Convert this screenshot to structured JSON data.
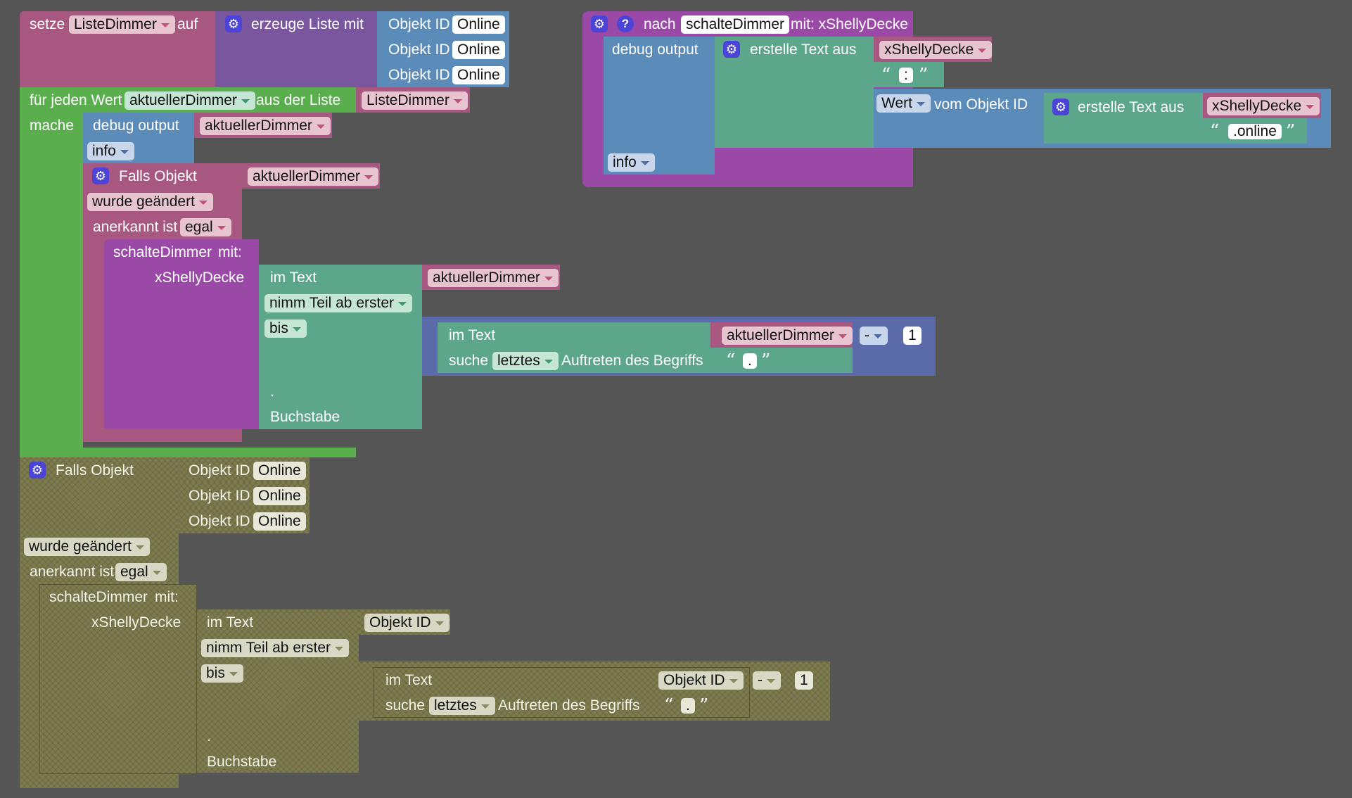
{
  "set_block": {
    "setze": "setze",
    "var": "ListeDimmer",
    "auf": "auf",
    "create_list": "erzeuge Liste mit",
    "items": [
      {
        "label": "Objekt ID",
        "value": "Online"
      },
      {
        "label": "Objekt ID",
        "value": "Online"
      },
      {
        "label": "Objekt ID",
        "value": "Online"
      }
    ]
  },
  "foreach_block": {
    "label": "für jeden Wert",
    "var": "aktuellerDimmer",
    "from_list": "aus der Liste",
    "list": "ListeDimmer",
    "do": "mache",
    "debug": {
      "label": "debug output",
      "value": "aktuellerDimmer",
      "level": "info"
    },
    "falls": {
      "label": "Falls Objekt",
      "value": "aktuellerDimmer",
      "changed": "wurde geändert",
      "ack_label": "anerkannt ist",
      "ack_value": "egal"
    },
    "call": {
      "name": "schalteDimmer",
      "mit": "mit:",
      "param": "xShellyDecke"
    },
    "substr": {
      "im_text": "im Text",
      "text_var": "aktuellerDimmer",
      "take": "nimm Teil ab erster",
      "bis": "bis",
      "dot": ".",
      "buchstabe": "Buchstabe"
    },
    "find": {
      "im_text": "im Text",
      "text_var": "aktuellerDimmer",
      "suche": "suche",
      "which": "letztes",
      "occ": "Auftreten des Begriffs",
      "term": "."
    },
    "math": {
      "op": "-",
      "num": "1"
    }
  },
  "function_block": {
    "nach": "nach",
    "name": "schalteDimmer",
    "mit": "mit: xShellyDecke",
    "debug": "debug output",
    "create_text": "erstelle Text aus",
    "param": "xShellyDecke",
    "colon": ":",
    "wert": "Wert",
    "vom_objekt": "vom Objekt ID",
    "create_text2": "erstelle Text aus",
    "param2": "xShellyDecke",
    "online": ".online",
    "level": "info"
  },
  "disabled_block": {
    "falls": "Falls Objekt",
    "items": [
      {
        "label": "Objekt ID",
        "value": "Online"
      },
      {
        "label": "Objekt ID",
        "value": "Online"
      },
      {
        "label": "Objekt ID",
        "value": "Online"
      }
    ],
    "changed": "wurde geändert",
    "ack_label": "anerkannt ist",
    "ack_value": "egal",
    "call": {
      "name": "schalteDimmer",
      "mit": "mit:",
      "param": "xShellyDecke"
    },
    "substr": {
      "im_text": "im Text",
      "text_var": "Objekt ID",
      "take": "nimm Teil ab erster",
      "bis": "bis",
      "dot": ".",
      "buchstabe": "Buchstabe"
    },
    "find": {
      "im_text": "im Text",
      "text_var": "Objekt ID",
      "suche": "suche",
      "which": "letztes",
      "occ": "Auftreten des Begriffs",
      "term": "."
    },
    "math": {
      "op": "-",
      "num": "1"
    }
  },
  "colors": {
    "canvas": "#555555",
    "variables": "#a85780",
    "lists": "#7a569e",
    "objects": "#5b8bb8",
    "text": "#5ca68c",
    "loops": "#5aae4e",
    "procedures": "#9a4aa6",
    "math": "#5b6aa8",
    "disabled": "#7e7c4e"
  }
}
